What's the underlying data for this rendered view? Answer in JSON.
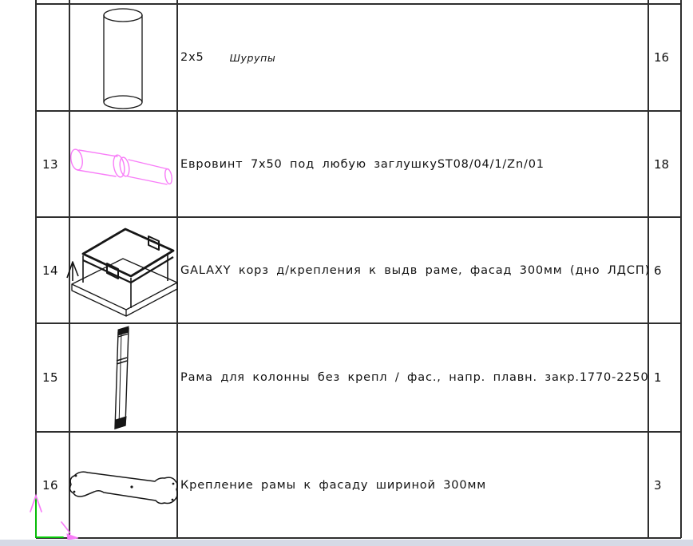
{
  "app": {
    "view": "cad-specification-table-viewport"
  },
  "colors": {
    "grid_line": "#2e2e2e",
    "sketch_black": "#161616",
    "sketch_magenta": "#f87cf8",
    "ucs_green": "#00d400",
    "background": "#ffffff",
    "status_bar": "#d5dae6"
  },
  "table": {
    "columns": [
      "row-number",
      "part-sketch",
      "description",
      "quantity"
    ],
    "rows": [
      {
        "num": "",
        "desc": "2x5",
        "desc_note": "Шурупы",
        "qty": "16",
        "sketch_icon": "vertical-cylinder-dowel"
      },
      {
        "num": "13",
        "desc": "Евровинт 7x50 под любую заглушкуST08/04/1/Zn/01",
        "qty": "18",
        "sketch_icon": "euro-screw-magenta"
      },
      {
        "num": "14",
        "desc": "GALAXY корз д/крепления к выдв раме, фасад 300мм (дно ЛДСП)",
        "qty": "6",
        "sketch_icon": "basket-frame-isometric"
      },
      {
        "num": "15",
        "desc": "Рама для колонны без крепл / фас., напр. плавн. закр.1770-2250",
        "qty": "1",
        "sketch_icon": "vertical-frame-rail"
      },
      {
        "num": "16",
        "desc": "Крепление рамы к фасаду шириной 300мм",
        "qty": "3",
        "sketch_icon": "dogbone-bracket-plate"
      }
    ]
  },
  "ucs": {
    "icon": "ucs-axis-icon"
  }
}
